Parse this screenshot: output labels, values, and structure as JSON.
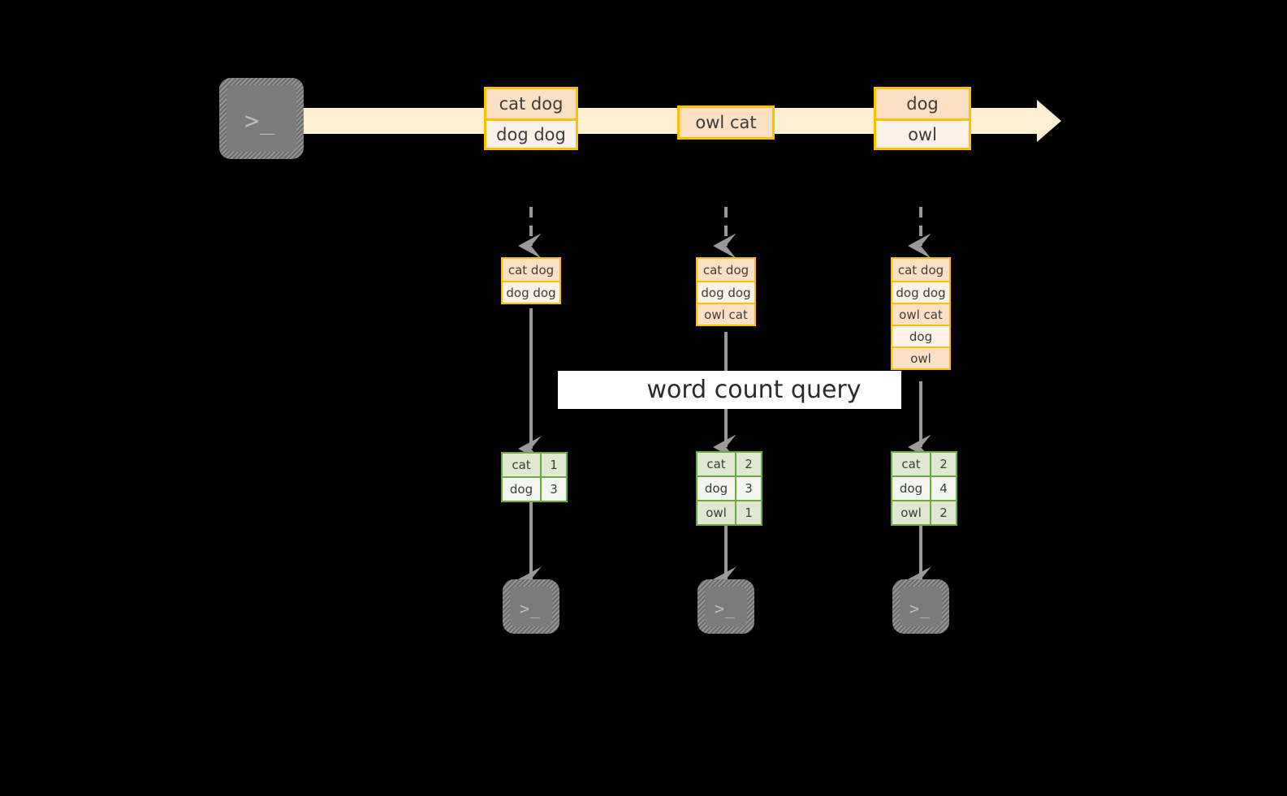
{
  "diagram": {
    "title": "word count query",
    "colors": {
      "background": "#000000",
      "stream_band": "#fdefd2",
      "message_border": "#ffc000",
      "message_fill_dark": "#fce0c4",
      "message_fill_light": "#fdf2e7",
      "result_border": "#6fa83c",
      "result_fill_dark": "#dfe9d2",
      "result_fill_light": "#f2f6ee",
      "arrow": "#999999",
      "icon_fill": "#7b7b7b",
      "banner": "#ffffff"
    },
    "source": {
      "icon": "terminal-icon",
      "glyph": ">_"
    },
    "stream": {
      "arrow_icon": "stream-arrow-right",
      "messages": [
        {
          "lines": [
            "cat dog",
            "dog dog"
          ]
        },
        {
          "lines": [
            "owl cat"
          ]
        },
        {
          "lines": [
            "dog",
            "owl"
          ]
        }
      ]
    },
    "batches": [
      {
        "batch_arrow_icon": "dashed-arrow-down-icon",
        "input_lines": [
          "cat dog",
          "dog dog"
        ],
        "result": {
          "rows": [
            {
              "word": "cat",
              "count": "1"
            },
            {
              "word": "dog",
              "count": "3"
            }
          ]
        },
        "sink": {
          "icon": "terminal-icon",
          "glyph": ">_"
        }
      },
      {
        "batch_arrow_icon": "dashed-arrow-down-icon",
        "input_lines": [
          "cat dog",
          "dog dog",
          "owl cat"
        ],
        "result": {
          "rows": [
            {
              "word": "cat",
              "count": "2"
            },
            {
              "word": "dog",
              "count": "3"
            },
            {
              "word": "owl",
              "count": "1"
            }
          ]
        },
        "sink": {
          "icon": "terminal-icon",
          "glyph": ">_"
        }
      },
      {
        "batch_arrow_icon": "dashed-arrow-down-icon",
        "input_lines": [
          "cat dog",
          "dog dog",
          "owl cat",
          "dog",
          "owl"
        ],
        "result": {
          "rows": [
            {
              "word": "cat",
              "count": "2"
            },
            {
              "word": "dog",
              "count": "4"
            },
            {
              "word": "owl",
              "count": "2"
            }
          ]
        },
        "sink": {
          "icon": "terminal-icon",
          "glyph": ">_"
        }
      }
    ]
  }
}
